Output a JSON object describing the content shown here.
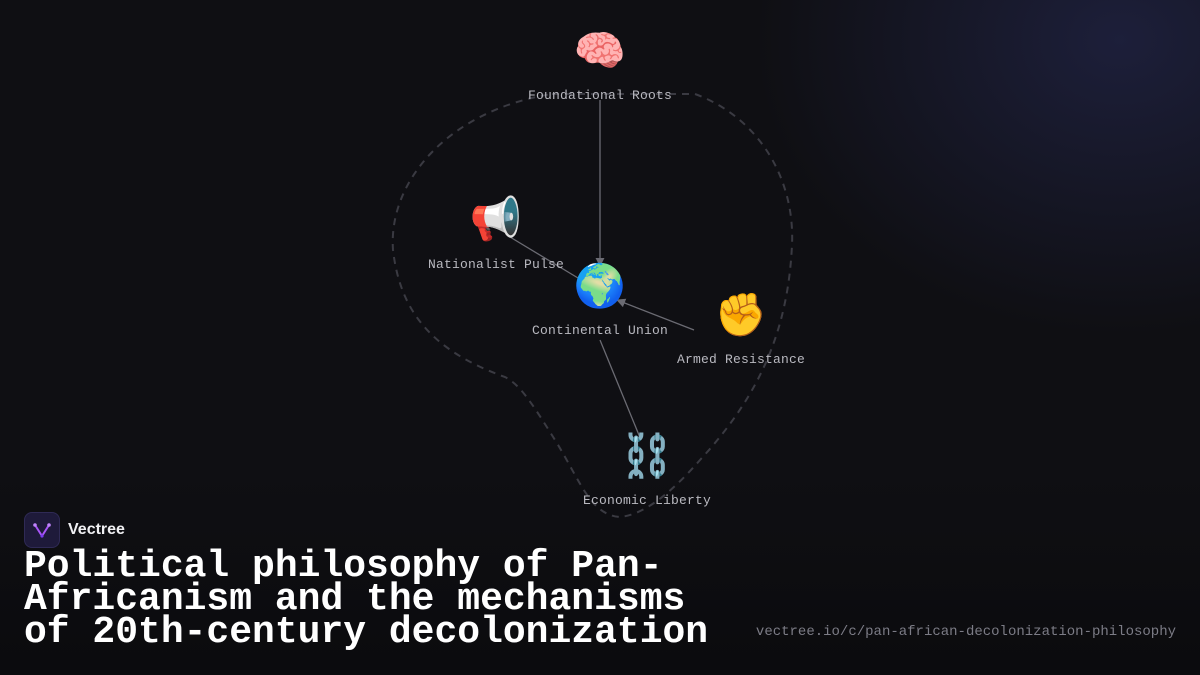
{
  "diagram": {
    "nodes": [
      {
        "id": "roots",
        "icon": "brain-icon",
        "glyph": "🧠",
        "label": "Foundational Roots"
      },
      {
        "id": "pulse",
        "icon": "megaphone-icon",
        "glyph": "📢",
        "label": "Nationalist Pulse"
      },
      {
        "id": "union",
        "icon": "globe-africa-icon",
        "glyph": "🌍",
        "label": "Continental Union"
      },
      {
        "id": "armed",
        "icon": "raised-fist-icon",
        "glyph": "✊",
        "label": "Armed Resistance"
      },
      {
        "id": "liberty",
        "icon": "chains-icon",
        "glyph": "⛓️",
        "label": "Economic Liberty"
      }
    ],
    "edges": [
      {
        "from": "roots",
        "to": "union",
        "arrow": true
      },
      {
        "from": "pulse",
        "to": "union",
        "arrow": false
      },
      {
        "from": "armed",
        "to": "union",
        "arrow": true
      },
      {
        "from": "union",
        "to": "liberty",
        "arrow": false
      }
    ],
    "colors": {
      "edge": "#6b6b73",
      "outline": "#3a3a42",
      "label": "#b9b9c0"
    }
  },
  "brand": {
    "name": "Vectree",
    "logo_icon": "vectree-logo-icon",
    "accent": "#a855f7"
  },
  "title": "Political philosophy of Pan-Africanism and the mechanisms of 20th-century decolonization",
  "url": "vectree.io/c/pan-african-decolonization-philosophy"
}
